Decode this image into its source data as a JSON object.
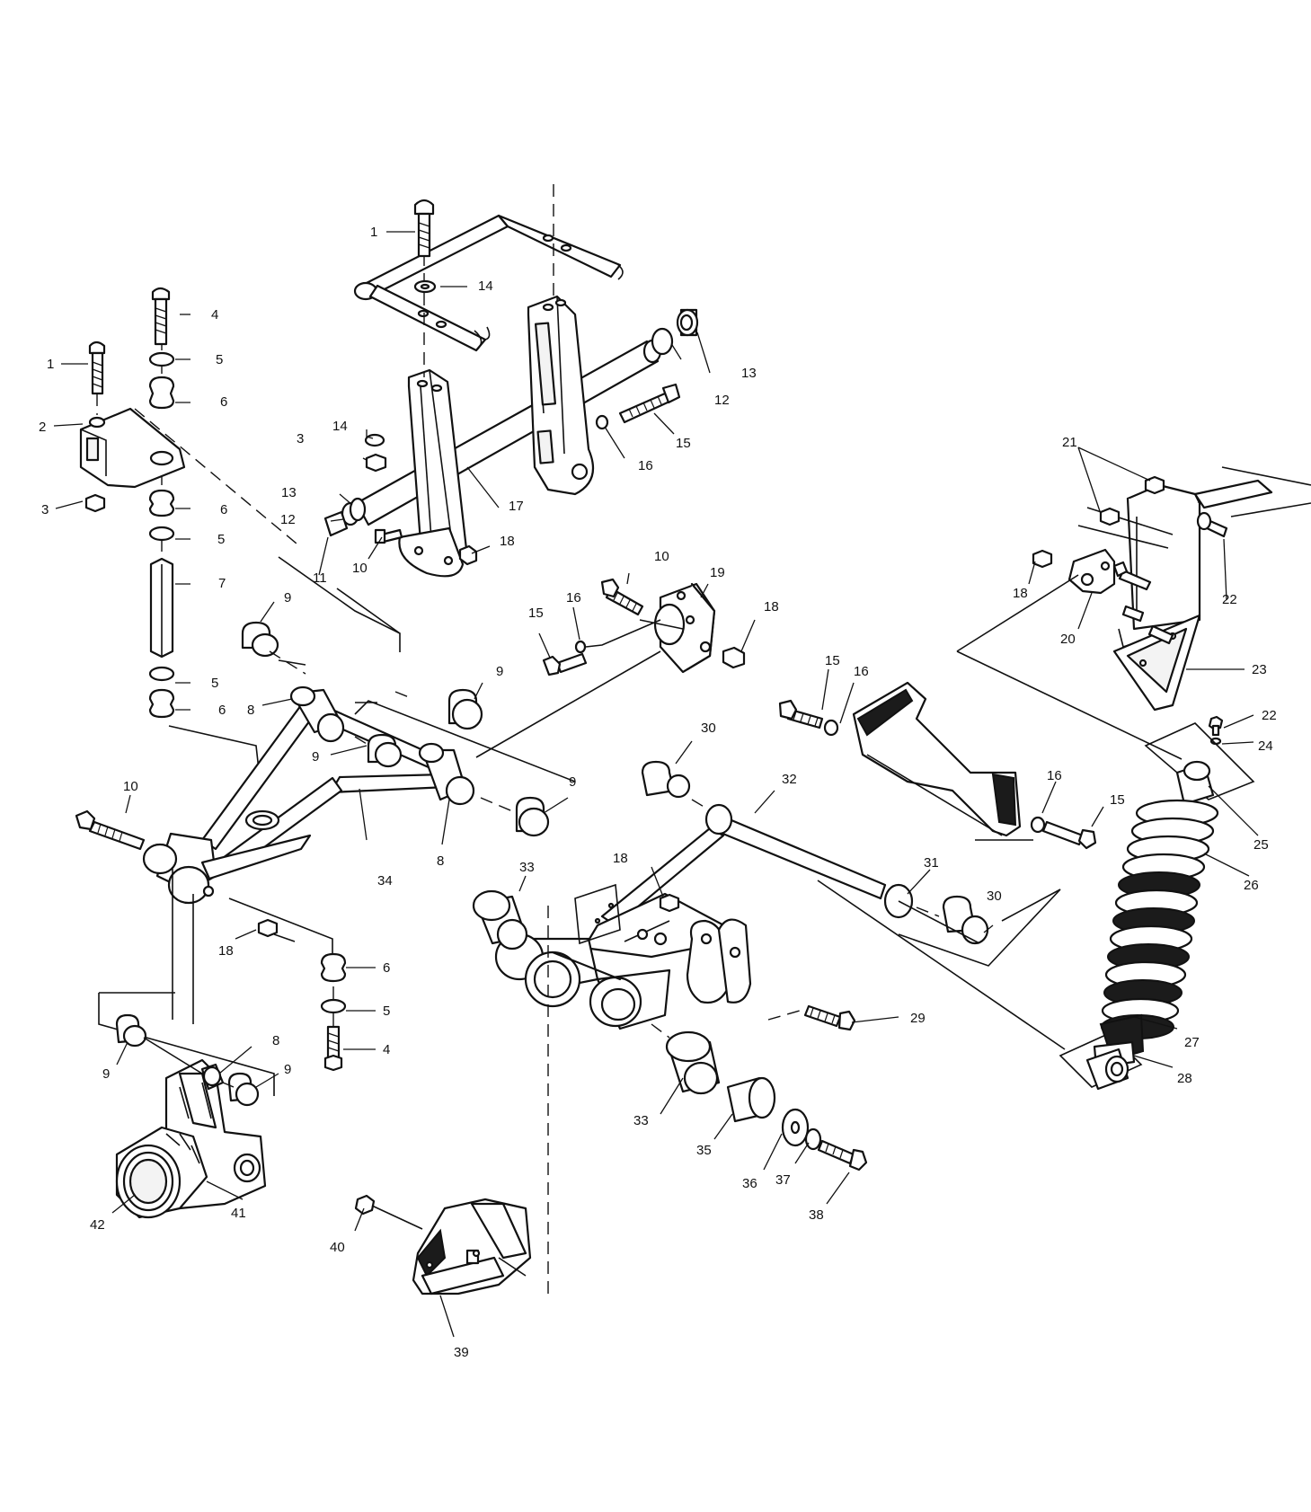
{
  "labels": {
    "n1": "1",
    "n2": "2",
    "n3": "3",
    "n4": "4",
    "n5": "5",
    "n6": "6",
    "n7": "7",
    "n8": "8",
    "n9": "9",
    "n10": "10",
    "n11": "11",
    "n12": "12",
    "n13": "13",
    "n14": "14",
    "n15": "15",
    "n16": "16",
    "n17": "17",
    "n18": "18",
    "n19": "19",
    "n20": "20",
    "n21": "21",
    "n22": "22",
    "n23": "23",
    "n24": "24",
    "n25": "25",
    "n26": "26",
    "n27": "27",
    "n28": "28",
    "n29": "29",
    "n30": "30",
    "n31": "31",
    "n32": "32",
    "n33": "33",
    "n34": "34",
    "n35": "35",
    "n36": "36",
    "n37": "37",
    "n38": "38",
    "n39": "39",
    "n40": "40",
    "n41": "41",
    "n42": "42"
  },
  "colors": {
    "line": "#111111",
    "background": "#ffffff",
    "spring_dark": "#1b1b1b"
  }
}
